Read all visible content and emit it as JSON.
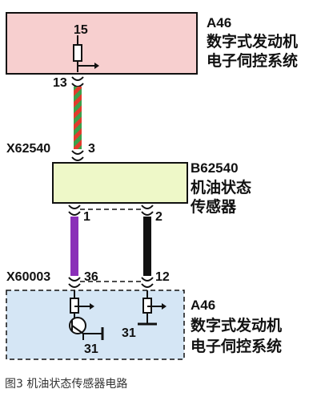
{
  "modules": {
    "ecu_top": {
      "id": "A46",
      "name_line1": "数字式发动机",
      "name_line2": "电子伺控系统",
      "pin": "15"
    },
    "sensor": {
      "id": "B62540",
      "name_line1": "机油状态",
      "name_line2": "传感器"
    },
    "ecu_bottom": {
      "id": "A46",
      "name_line1": "数字式发动机",
      "name_line2": "电子伺控系统",
      "ground_left": "31",
      "ground_right": "31"
    }
  },
  "connectors": {
    "ecu_top_pin": "13",
    "x62540_label": "X62540",
    "x62540_pin": "3",
    "sensor_pin_left": "1",
    "sensor_pin_right": "2",
    "x60003_label": "X60003",
    "x60003_pin_left": "36",
    "x60003_pin_right": "12"
  },
  "colors": {
    "ecu_top_fill": "#f7cfcf",
    "sensor_fill": "#eef8c8",
    "ecu_bottom_fill": "#d5e6f5",
    "wire_red": "#e23a2c",
    "wire_green": "#3aa04a",
    "wire_purple": "#8a2fb8",
    "wire_black": "#111111"
  },
  "caption": "图3 机油状态传感器电路"
}
